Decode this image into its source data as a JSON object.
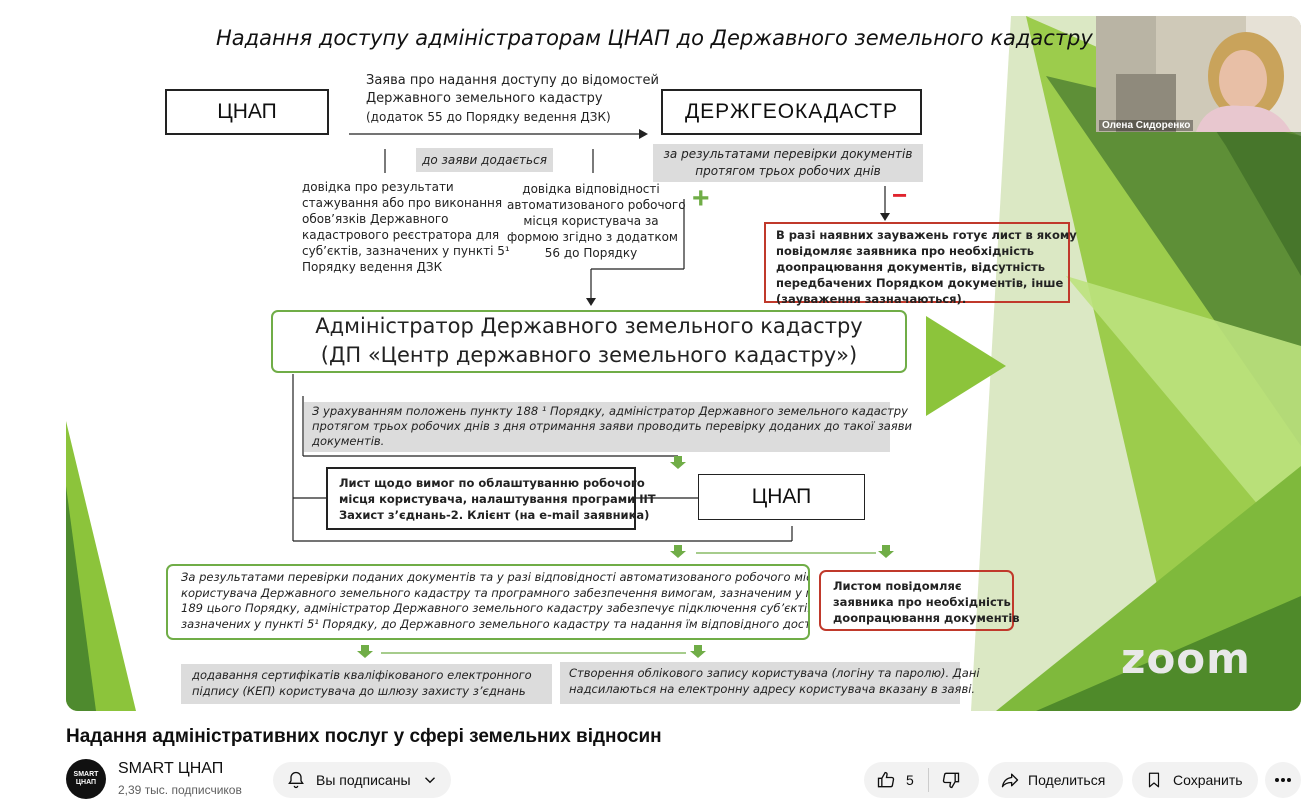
{
  "slide": {
    "title": "Надання доступу адміністраторам ЦНАП до Державного земельного кадастру",
    "cnap_top": "ЦНАП",
    "application_l1": "Заява про надання доступу до відомостей",
    "application_l2": "Державного земельного кадастру",
    "application_l3": "(додаток 55 до Порядку ведення ДЗК)",
    "dzhgeokadastr": "ДЕРЖГЕОКАДАСТР",
    "attached_label": "до заяви додається",
    "review_l1": "за результатами перевірки документів",
    "review_l2": "протягом трьох робочих днів",
    "doc1_l1": "довідка про результати",
    "doc1_l2": "стажування або про виконання",
    "doc1_l3": "обов’язків Державного",
    "doc1_l4": "кадастрового реєстратора для",
    "doc1_l5": "суб’єктів, зазначених у пункті 5¹",
    "doc1_l6": "Порядку ведення ДЗК",
    "doc2_l1": "довідка відповідності",
    "doc2_l2": "автоматизованого робочого",
    "doc2_l3": "місця користувача за",
    "doc2_l4": "формою згідно з додатком",
    "doc2_l5": "56 до Порядку",
    "plus": "+",
    "minus": "−",
    "remarks_l1": "В разі наявних зауважень готує лист в якому",
    "remarks_l2": "повідомляє заявника про необхідність",
    "remarks_l3": "доопрацювання документів, відсутність",
    "remarks_l4": "передбачених Порядком документів, інше",
    "remarks_l5": "(зауваження зазначаються).",
    "admin_l1": "Адміністратор Державного земельного кадастру",
    "admin_l2": "(ДП «Центр державного земельного кадастру»)",
    "check_l1": "З урахуванням положень пункту 188 ¹ Порядку, адміністратор Державного земельного кадастру",
    "check_l2": "протягом трьох робочих днів з дня отримання заяви проводить перевірку доданих до такої заяви",
    "check_l3": "документів.",
    "letter_l1": "Лист щодо вимог по облаштуванню робочого",
    "letter_l2": "місця користувача, налаштування програми ІІТ",
    "letter_l3": "Захист з’єднань-2. Клієнт (на e-mail заявника)",
    "cnap_mid": "ЦНАП",
    "result_l1": "За результатами перевірки поданих документів та у разі відповідності автоматизованого робочого місця",
    "result_l2": "користувача Державного земельного кадастру та програмного забезпечення вимогам, зазначеним у пункті",
    "result_l3": "189 цього Порядку, адміністратор Державного земельного кадастру забезпечує підключення суб’єктів,",
    "result_l4": "зазначених у пункті 5¹ Порядку, до Державного земельного кадастру та надання їм відповідного доступу.",
    "notify_l1": "Листом повідомляє",
    "notify_l2": "заявника про необхідність",
    "notify_l3": "доопрацювання документів",
    "cert_l1": "додавання сертифікатів кваліфікованого електронного",
    "cert_l2": "підпису (КЕП) користувача до шлюзу захисту з’єднань",
    "account_l1": "Створення облікового запису користувача (логіну та паролю). Дані",
    "account_l2": "надсилаються на електронну адресу користувача вказану в заяві."
  },
  "video": {
    "participant_name": "Олена Сидоренко",
    "zoom_watermark": "zoom",
    "title": "Надання адміністративних послуг у сфері земельних відносин"
  },
  "channel": {
    "avatar_text_l1": "SMART",
    "avatar_text_l2": "ЦНАП",
    "name": "SMART ЦНАП",
    "subscribers": "2,39 тыс. подписчиков"
  },
  "actions": {
    "subscribed_label": "Вы подписаны",
    "like_count": "5",
    "share_label": "Поделиться",
    "save_label": "Сохранить"
  },
  "colors": {
    "green_light": "#8cc43b",
    "green_dark": "#4e8a2e",
    "box_green": "#70ad47",
    "box_red": "#c0392b",
    "minus_red": "#e0232d"
  }
}
